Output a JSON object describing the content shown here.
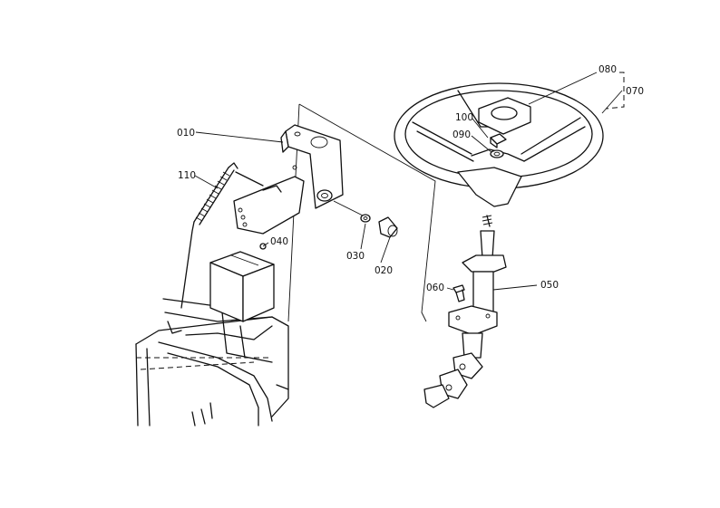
{
  "diagram": {
    "style": {
      "ink_color": "#111111",
      "background": "#ffffff"
    },
    "callouts": [
      {
        "id": "010",
        "text": "010"
      },
      {
        "id": "110",
        "text": "110"
      },
      {
        "id": "040",
        "text": "040"
      },
      {
        "id": "030",
        "text": "030"
      },
      {
        "id": "020",
        "text": "020"
      },
      {
        "id": "080",
        "text": "080"
      },
      {
        "id": "070",
        "text": "070"
      },
      {
        "id": "100",
        "text": "100"
      },
      {
        "id": "090",
        "text": "090"
      },
      {
        "id": "060",
        "text": "060"
      },
      {
        "id": "050",
        "text": "050"
      }
    ]
  }
}
